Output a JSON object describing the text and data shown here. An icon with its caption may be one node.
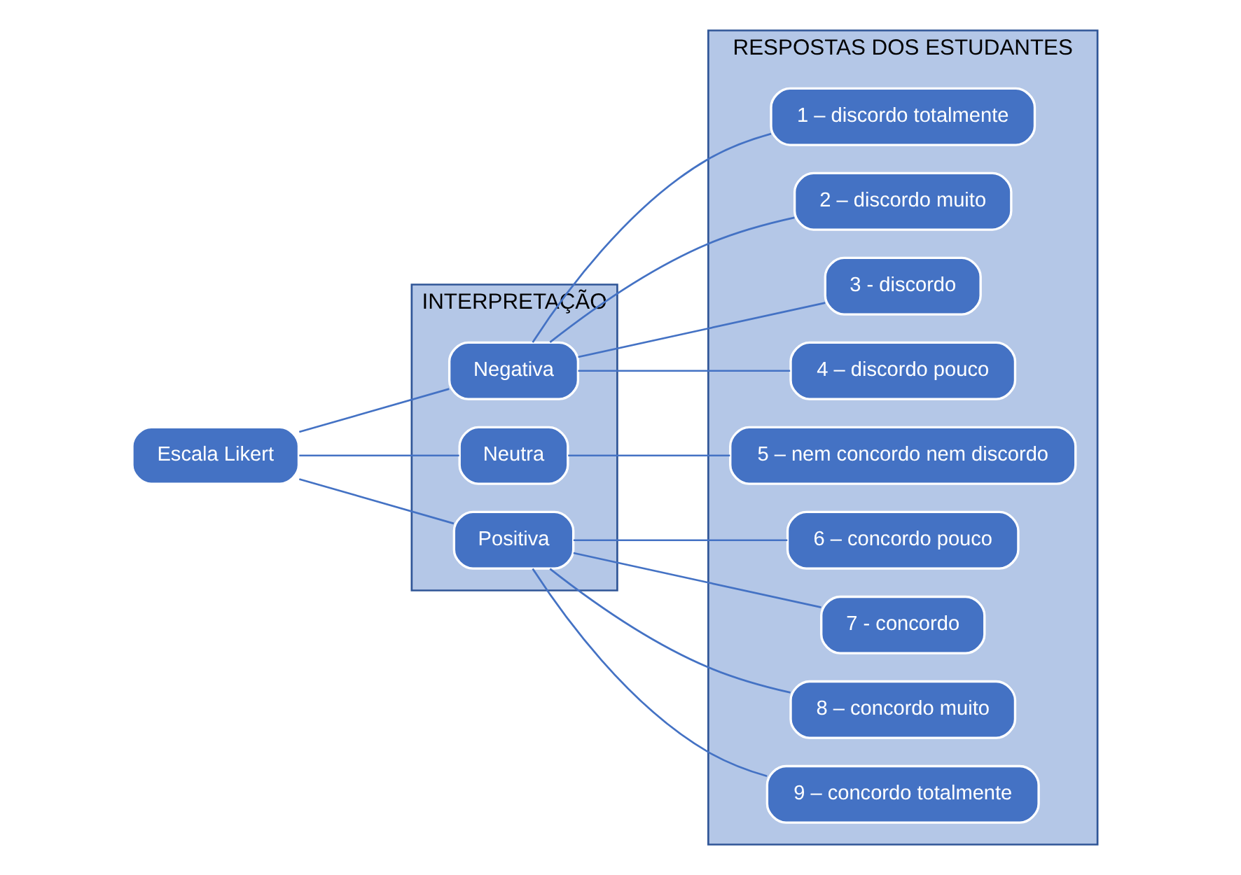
{
  "diagram": {
    "nodes": [
      {
        "text": [
          "Escala Likert"
        ]
      },
      {
        "text": [
          "INTERPRETAÇÃO"
        ]
      },
      {
        "text": [
          "Negativa"
        ],
        "in": 1
      },
      {
        "text": [
          "Neutra"
        ],
        "in": 1
      },
      {
        "text": [
          "Positiva"
        ],
        "in": 1
      },
      {
        "text": [
          "RESPOSTAS DOS ESTUDANTES"
        ]
      },
      {
        "text": [
          "1 – discordo totalmente"
        ],
        "in": 5
      },
      {
        "text": [
          "2 – discordo muito"
        ],
        "in": 5
      },
      {
        "text": [
          "3 - discordo"
        ],
        "in": 5
      },
      {
        "text": [
          "4 – discordo pouco"
        ],
        "in": 5
      },
      {
        "text": [
          "5 – nem concordo nem discordo"
        ],
        "in": 5
      },
      {
        "text": [
          "6 – concordo pouco"
        ],
        "in": 5
      },
      {
        "text": [
          "7 - concordo"
        ],
        "in": 5
      },
      {
        "text": [
          "8 – concordo muito"
        ],
        "in": 5
      },
      {
        "text": [
          "9 – concordo totalmente"
        ],
        "in": 5
      }
    ],
    "edges": [
      {
        "from": 0,
        "to": 2,
        "arrow": "none"
      },
      {
        "from": 0,
        "to": 3,
        "arrow": "none"
      },
      {
        "from": 0,
        "to": 4,
        "arrow": "none"
      },
      {
        "from": 2,
        "to": 6,
        "arrow": "none"
      },
      {
        "from": 2,
        "to": 7,
        "arrow": "none"
      },
      {
        "from": 2,
        "to": 8,
        "arrow": "none"
      },
      {
        "from": 2,
        "to": 9,
        "arrow": "none"
      },
      {
        "from": 3,
        "to": 10,
        "arrow": "none"
      },
      {
        "from": 4,
        "to": 11,
        "arrow": "none"
      },
      {
        "from": 4,
        "to": 12,
        "arrow": "none"
      },
      {
        "from": 4,
        "to": 13,
        "arrow": "none"
      },
      {
        "from": 4,
        "to": 14,
        "arrow": "none"
      }
    ]
  }
}
